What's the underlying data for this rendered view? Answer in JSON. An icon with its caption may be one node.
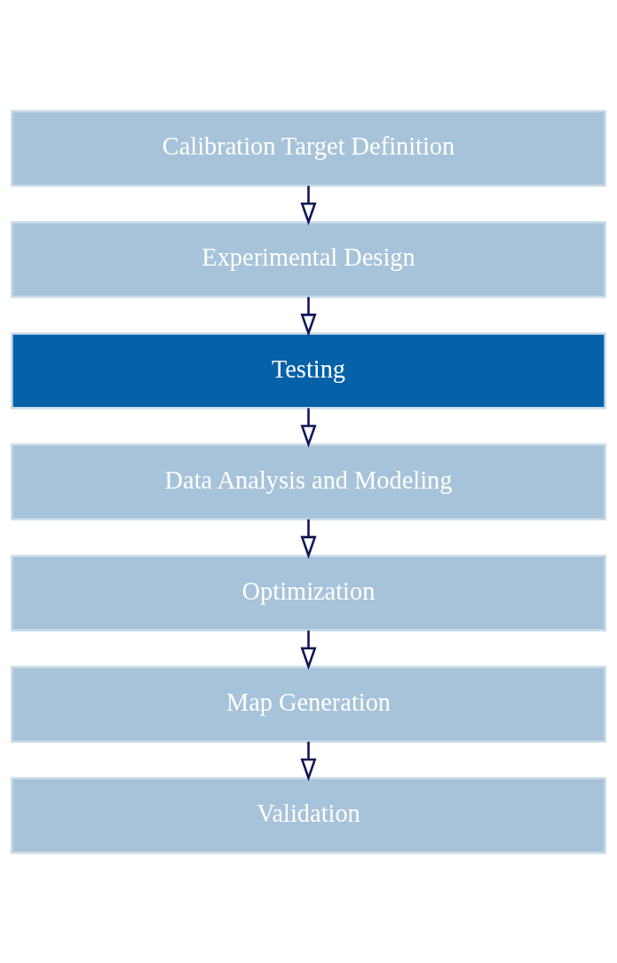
{
  "diagram": {
    "nodes": [
      {
        "text": [
          "Calibration Target Definition"
        ]
      },
      {
        "text": [
          "Experimental Design"
        ]
      },
      {
        "text": [
          "Testing"
        ]
      },
      {
        "text": [
          "Data Analysis and Modeling"
        ]
      },
      {
        "text": [
          "Optimization"
        ]
      },
      {
        "text": [
          "Map Generation"
        ]
      },
      {
        "text": [
          "Validation"
        ]
      }
    ],
    "edges": [
      {
        "from": 0,
        "to": 1,
        "arrow": "to"
      },
      {
        "from": 1,
        "to": 2,
        "arrow": "to"
      },
      {
        "from": 2,
        "to": 3,
        "arrow": "to"
      },
      {
        "from": 3,
        "to": 4,
        "arrow": "to"
      },
      {
        "from": 4,
        "to": 5,
        "arrow": "to"
      },
      {
        "from": 5,
        "to": 6,
        "arrow": "to"
      }
    ]
  }
}
